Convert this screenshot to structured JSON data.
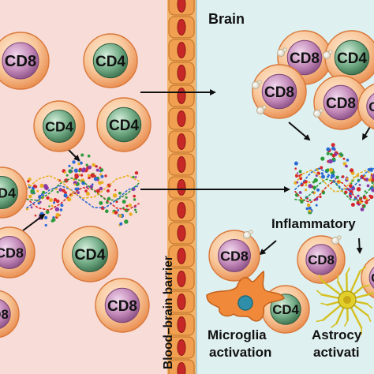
{
  "regions": {
    "brain_title": "Brain",
    "barrier_label": "Blood–brain barrier"
  },
  "cells": {
    "cd8": "CD8",
    "cd4": "CD4"
  },
  "labels": {
    "inflammatory": "Inflammatory",
    "microglia_line1": "Microglia",
    "microglia_line2": "activation",
    "astrocyte_line1": "Astrocy",
    "astrocyte_line2": "activati"
  },
  "colors": {
    "blood_bg": "#f8dcd8",
    "brain_bg": "#dff0f0",
    "barrier_cells": "#f0a050",
    "barrier_nuclei": "#c62828",
    "cell_membrane": "#e8894a",
    "cd8_nucleus": "#c288b8",
    "cd4_nucleus": "#4f8f64",
    "microglia": "#f08a3a",
    "astrocyte": "#d4c020",
    "cytokine_red": "#d6282b",
    "cytokine_green": "#2e9a3a",
    "cytokine_blue": "#2a6ad4",
    "cytokine_yellow": "#e8b020",
    "cytokine_purple": "#8a3aa8"
  }
}
